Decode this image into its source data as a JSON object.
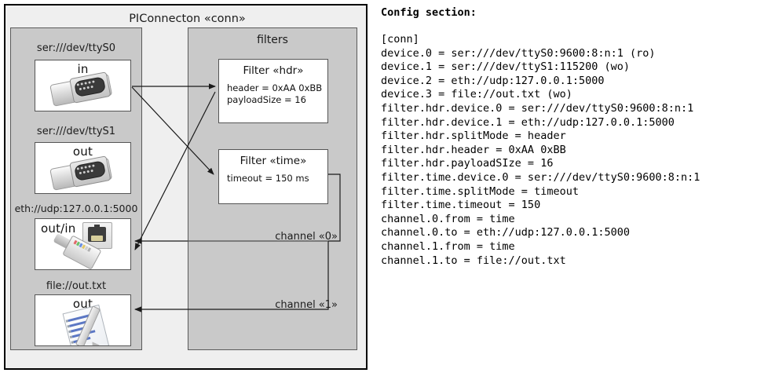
{
  "diagram": {
    "title": "PIConnecton «conn»",
    "devices_group": {
      "nodes": [
        {
          "label": "ser:///dev/ttyS0",
          "caption": "in",
          "icon": "serial-db9-connector-icon"
        },
        {
          "label": "ser:///dev/ttyS1",
          "caption": "out",
          "icon": "serial-db9-connector-icon"
        },
        {
          "label": "eth://udp:127.0.0.1:5000",
          "caption": "out/in",
          "icon": "ethernet-rj45-icon"
        },
        {
          "label": "file://out.txt",
          "caption": "out",
          "icon": "text-document-icon"
        }
      ]
    },
    "filters_group": {
      "title": "filters",
      "filters": [
        {
          "title": "Filter «hdr»",
          "props": [
            "header = 0xAA 0xBB",
            "payloadSize = 16"
          ]
        },
        {
          "title": "Filter «time»",
          "props": [
            "timeout = 150 ms"
          ]
        }
      ],
      "channels": [
        {
          "label": "channel «0»"
        },
        {
          "label": "channel «1»"
        }
      ]
    },
    "colors": {
      "canvas": "#efefef",
      "group_fill": "#c9c9c9",
      "node_fill": "#ffffff",
      "outline": "#000000",
      "group_outline": "#5a5a5a"
    }
  },
  "config": {
    "heading": "Config section:",
    "lines": [
      "[conn]",
      "device.0 = ser:///dev/ttyS0:9600:8:n:1 (ro)",
      "device.1 = ser:///dev/ttyS1:115200 (wo)",
      "device.2 = eth://udp:127.0.0.1:5000",
      "device.3 = file://out.txt (wo)",
      "filter.hdr.device.0 = ser:///dev/ttyS0:9600:8:n:1",
      "filter.hdr.device.1 = eth://udp:127.0.0.1:5000",
      "filter.hdr.splitMode = header",
      "filter.hdr.header = 0xAA 0xBB",
      "filter.hdr.payloadSIze = 16",
      "filter.time.device.0 = ser:///dev/ttyS0:9600:8:n:1",
      "filter.time.splitMode = timeout",
      "filter.time.timeout = 150",
      "channel.0.from = time",
      "channel.0.to = eth://udp:127.0.0.1:5000",
      "channel.1.from = time",
      "channel.1.to = file://out.txt"
    ]
  }
}
